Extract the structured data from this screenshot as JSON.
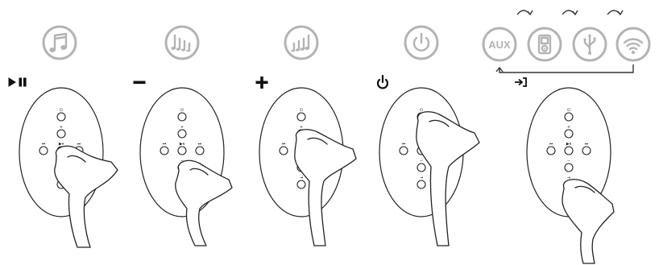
{
  "icons": {
    "music_note": "music-note-icon",
    "notes_descending": "notes-descending-icon",
    "notes_ascending": "notes-ascending-icon",
    "power": "power-icon",
    "source_aux": "AUX",
    "source_ipod": "ipod-icon",
    "source_usb": "usb-icon",
    "source_wifi": "wifi-icon"
  },
  "colors": {
    "icon_gray": "#b3b3b3",
    "line_black": "#222222"
  },
  "steps": [
    {
      "action": "play-pause",
      "pressed": "center"
    },
    {
      "action": "volume-down",
      "pressed": "minus"
    },
    {
      "action": "volume-up",
      "pressed": "plus"
    },
    {
      "action": "power",
      "pressed": "power"
    },
    {
      "action": "source",
      "pressed": "source"
    }
  ]
}
